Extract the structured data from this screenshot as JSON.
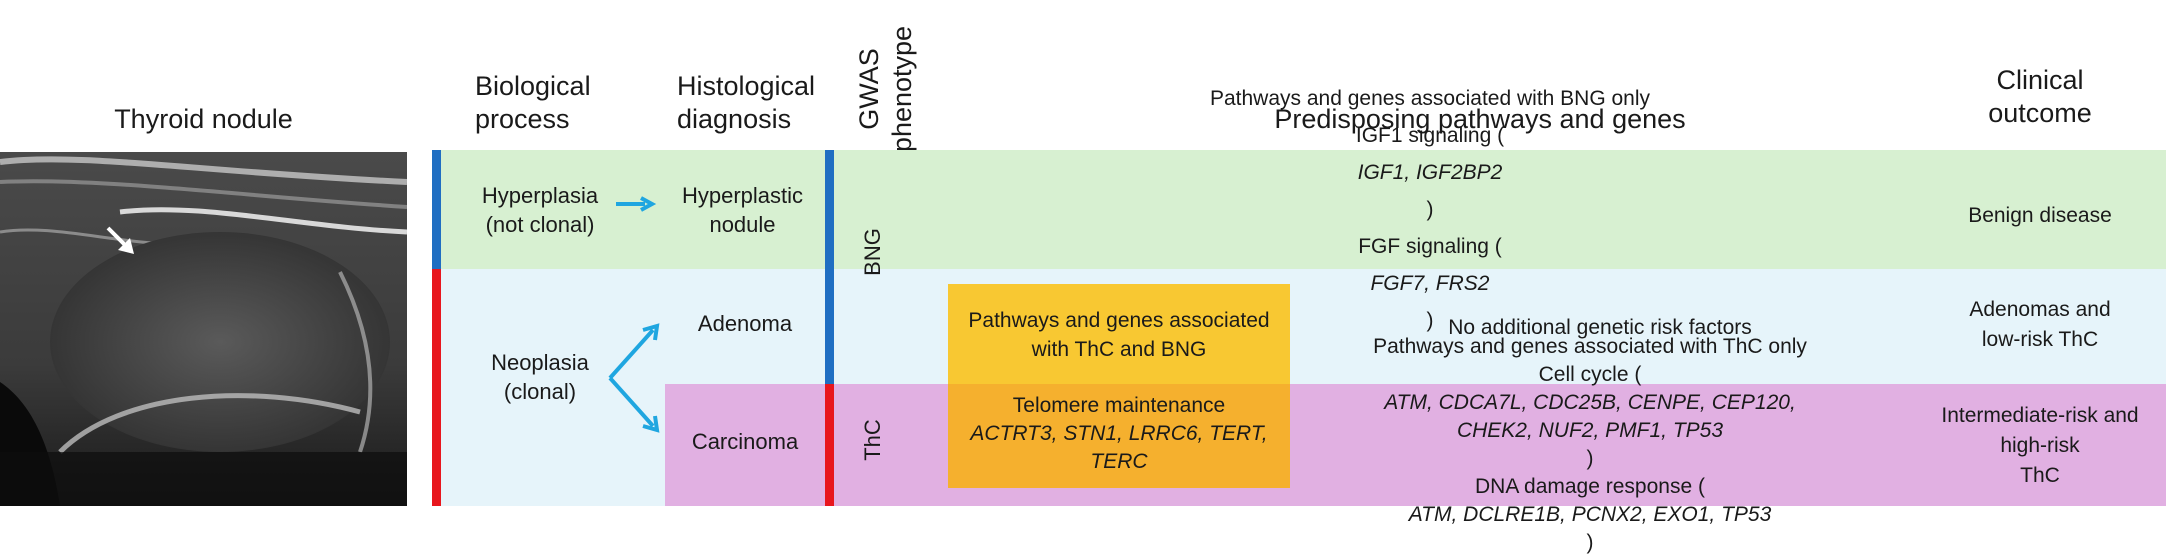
{
  "headers": {
    "nodule": "Thyroid nodule",
    "bio_1": "Biological",
    "bio_2": "process",
    "histo_1": "Histological",
    "histo_2": "diagnosis",
    "gwas_1": "GWAS",
    "gwas_2": "phenotype",
    "pathways": "Predisposing pathways and genes",
    "clin_1": "Clinical",
    "clin_2": "outcome"
  },
  "bio": {
    "hyper_1": "Hyperplasia",
    "hyper_2": "(not clonal)",
    "neo_1": "Neoplasia",
    "neo_2": "(clonal)"
  },
  "histo": {
    "hn_1": "Hyperplastic",
    "hn_2": "nodule",
    "adenoma": "Adenoma",
    "carcinoma": "Carcinoma"
  },
  "gwas": {
    "bng": "BNG",
    "thc": "ThC"
  },
  "pathways": {
    "bng_title": "Pathways and genes associated with BNG only",
    "igf_pre": "IGF1 signaling (",
    "igf_genes": "IGF1, IGF2BP2",
    "igf_post": ")",
    "fgf_pre": "FGF signaling (",
    "fgf_genes": "FGF7, FRS2",
    "fgf_post": ")",
    "shared_1": "Pathways and genes associated",
    "shared_2": "with ThC and BNG",
    "telomere_title": "Telomere maintenance",
    "telomere_genes_1": "ACTRT3, STN1, LRRC6, TERT,",
    "telomere_genes_2": "TERC",
    "no_additional": "No additional genetic risk factors",
    "thc_title": "Pathways and genes associated with ThC only",
    "cc_pre": "Cell cycle (",
    "cc_genes_1": "ATM, CDCA7L, CDC25B, CENPE, CEP120,",
    "cc_genes_2": "CHEK2, NUF2, PMF1, TP53",
    "cc_post": ")",
    "dna_pre": "DNA damage response (",
    "dna_genes": "ATM, DCLRE1B, PCNX2, EXO1, TP53",
    "dna_post": ")"
  },
  "outcomes": {
    "benign": "Benign disease",
    "adenoma_1": "Adenomas and",
    "adenoma_2": "low-risk ThC",
    "inter_1": "Intermediate-risk and",
    "inter_2": "high-risk",
    "inter_3": "ThC"
  },
  "colors": {
    "green": "#d7f0d1",
    "lightblue": "#e6f4fa",
    "purple": "#e1b0e2",
    "yellow": "#f8c832",
    "orange": "#f5b02e",
    "bar_blue": "#1f6ec2",
    "bar_red": "#e8161d",
    "arrow": "#1fa6e0"
  }
}
